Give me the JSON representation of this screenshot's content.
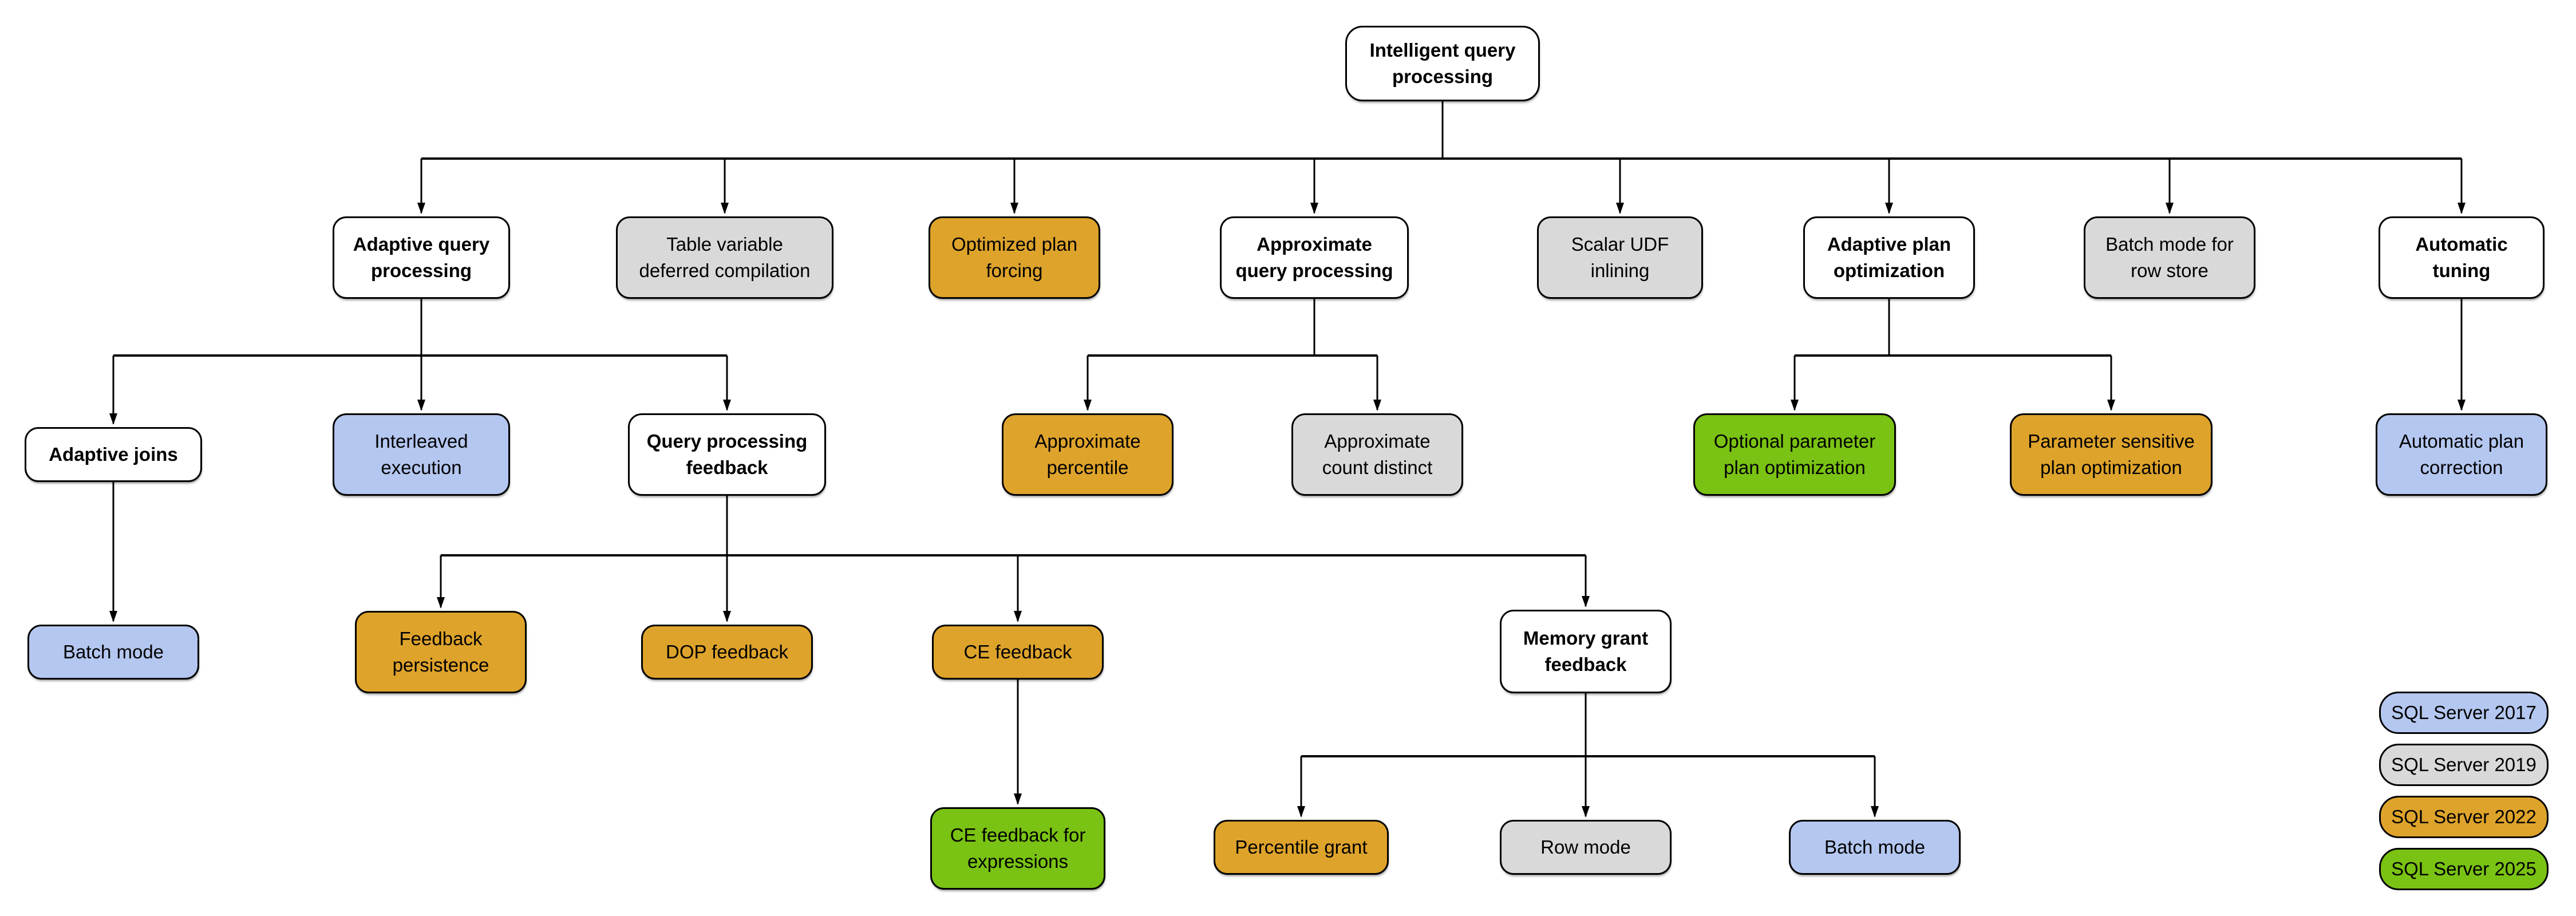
{
  "diagram_title": "Intelligent query processing",
  "colors": {
    "parent": "#FFFFFF",
    "sql2017": "#B4C7F0",
    "sql2019": "#D9D9D9",
    "sql2022": "#DEA32B",
    "sql2025": "#7AC213",
    "border": "#000000",
    "connector": "#000000"
  },
  "nodes": [
    {
      "id": "iqp",
      "label": "Intelligent query\nprocessing",
      "version": null
    },
    {
      "id": "aqp",
      "label": "Adaptive query\nprocessing",
      "version": null
    },
    {
      "id": "tvdc",
      "label": "Table variable\ndeferred compilation",
      "version": "SQL Server 2019"
    },
    {
      "id": "opf",
      "label": "Optimized plan\nforcing",
      "version": "SQL Server 2022"
    },
    {
      "id": "axqp",
      "label": "Approximate\nquery processing",
      "version": null
    },
    {
      "id": "sui",
      "label": "Scalar UDF\ninlining",
      "version": "SQL Server 2019"
    },
    {
      "id": "apo",
      "label": "Adaptive plan\noptimization",
      "version": null
    },
    {
      "id": "bmrs",
      "label": "Batch mode for\nrow store",
      "version": "SQL Server 2019"
    },
    {
      "id": "at",
      "label": "Automatic\ntuning",
      "version": null
    },
    {
      "id": "aj",
      "label": "Adaptive joins",
      "version": null
    },
    {
      "id": "ie",
      "label": "Interleaved\nexecution",
      "version": "SQL Server 2017"
    },
    {
      "id": "qpf",
      "label": "Query processing\nfeedback",
      "version": null
    },
    {
      "id": "ap",
      "label": "Approximate\npercentile",
      "version": "SQL Server 2022"
    },
    {
      "id": "acd",
      "label": "Approximate\ncount distinct",
      "version": "SQL Server 2019"
    },
    {
      "id": "oppo",
      "label": "Optional parameter\nplan optimization",
      "version": "SQL Server 2025"
    },
    {
      "id": "pspo",
      "label": "Parameter sensitive\nplan optimization",
      "version": "SQL Server 2022"
    },
    {
      "id": "apc",
      "label": "Automatic plan\ncorrection",
      "version": "SQL Server 2017"
    },
    {
      "id": "bm1",
      "label": "Batch mode",
      "version": "SQL Server 2017"
    },
    {
      "id": "fp",
      "label": "Feedback\npersistence",
      "version": "SQL Server 2022"
    },
    {
      "id": "dop",
      "label": "DOP feedback",
      "version": "SQL Server 2022"
    },
    {
      "id": "ce",
      "label": "CE feedback",
      "version": "SQL Server 2022"
    },
    {
      "id": "mgf",
      "label": "Memory grant\nfeedback",
      "version": null
    },
    {
      "id": "cefx",
      "label": "CE feedback for\nexpressions",
      "version": "SQL Server 2025"
    },
    {
      "id": "pg",
      "label": "Percentile grant",
      "version": "SQL Server 2022"
    },
    {
      "id": "rm",
      "label": "Row mode",
      "version": "SQL Server 2019"
    },
    {
      "id": "bm2",
      "label": "Batch mode",
      "version": "SQL Server 2017"
    }
  ],
  "legend": [
    {
      "label": "SQL Server 2017"
    },
    {
      "label": "SQL Server 2019"
    },
    {
      "label": "SQL Server 2022"
    },
    {
      "label": "SQL Server 2025"
    }
  ]
}
